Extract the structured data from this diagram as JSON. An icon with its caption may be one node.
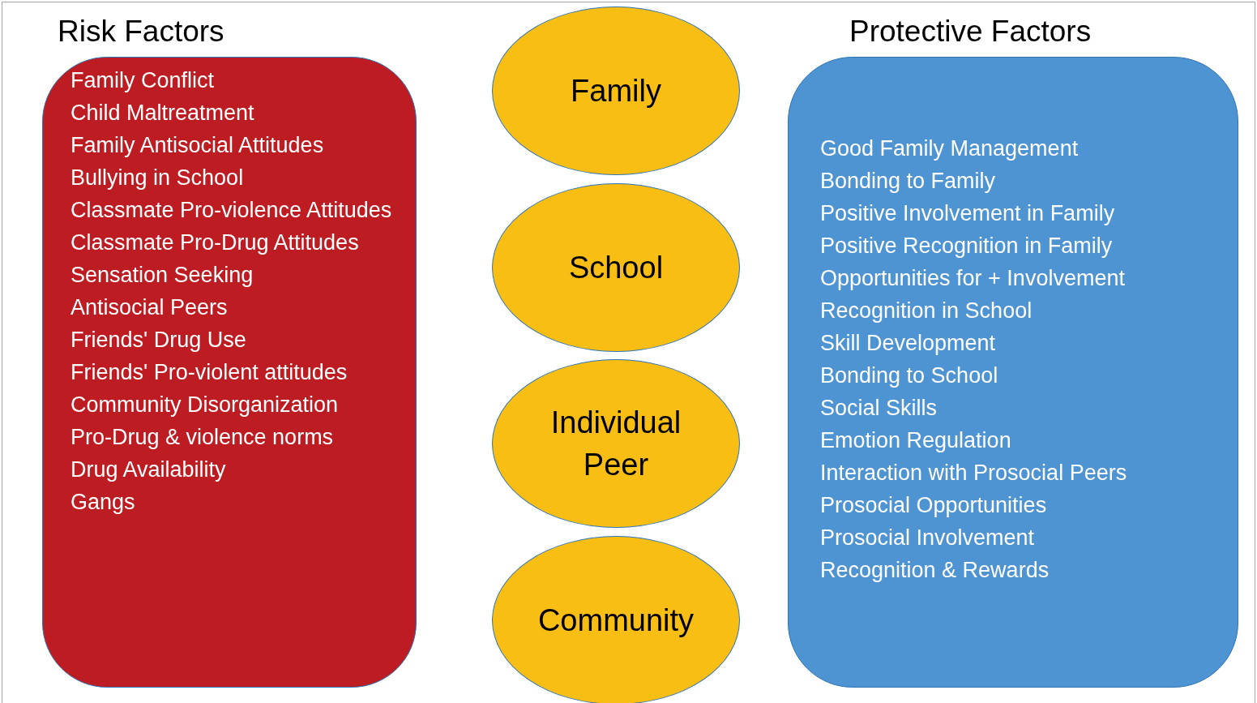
{
  "diagram": {
    "nodes": [
      {
        "text": [
          "Risk Factors",
          "Family Conflict",
          "Child Maltreatment",
          "Family Antisocial Attitudes",
          "Bullying in School",
          "Classmate Pro-violence Attitudes",
          "Classmate Pro-Drug Attitudes",
          "Sensation Seeking",
          "Antisocial Peers",
          "Friends' Drug Use",
          "Friends' Pro-violent attitudes",
          "Community Disorganization",
          "Pro-Drug & violence norms",
          "Drug Availability",
          "Gangs"
        ]
      },
      {
        "text": [
          "Family"
        ]
      },
      {
        "text": [
          "School"
        ]
      },
      {
        "text": [
          "Individual Peer"
        ]
      },
      {
        "text": [
          "Community"
        ]
      },
      {
        "text": [
          "Protective Factors",
          "Good Family Management",
          "Bonding to Family",
          "Positive Involvement in Family",
          "Positive Recognition in Family",
          "Opportunities for + Involvement",
          "Recognition in School",
          "Skill Development",
          "Bonding to School",
          "Social Skills",
          "Emotion Regulation",
          "Interaction with Prosocial Peers",
          "Prosocial Opportunities",
          "Prosocial Involvement",
          "Recognition & Rewards"
        ]
      }
    ]
  }
}
